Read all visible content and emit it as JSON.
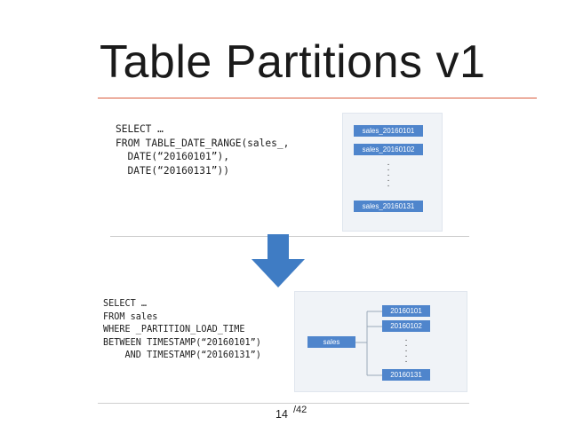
{
  "slide": {
    "title": "Table Partitions v1",
    "page_number": "14",
    "page_total": "/42"
  },
  "top_section": {
    "code_lines": [
      "SELECT …",
      "FROM TABLE_DATE_RANGE(sales_,",
      "  DATE(“20160101”),",
      "  DATE(“20160131”))"
    ],
    "tables": [
      "sales_20160101",
      "sales_20160102",
      "sales_20160131"
    ],
    "colors": {
      "table_fill": "#4f85cc",
      "panel_fill": "#f0f3f7"
    }
  },
  "arrow": {
    "icon": "down-arrow-icon",
    "color": "#3f7cc4"
  },
  "bottom_section": {
    "code_lines": [
      "SELECT …",
      "FROM sales",
      "WHERE _PARTITION_LOAD_TIME",
      "BETWEEN TIMESTAMP(“20160101”)",
      "    AND TIMESTAMP(“20160131”)"
    ],
    "root_table": "sales",
    "partitions": [
      "20160101",
      "20160102",
      "20160131"
    ]
  },
  "accent_colors": {
    "title_rule": "#d9593b"
  }
}
